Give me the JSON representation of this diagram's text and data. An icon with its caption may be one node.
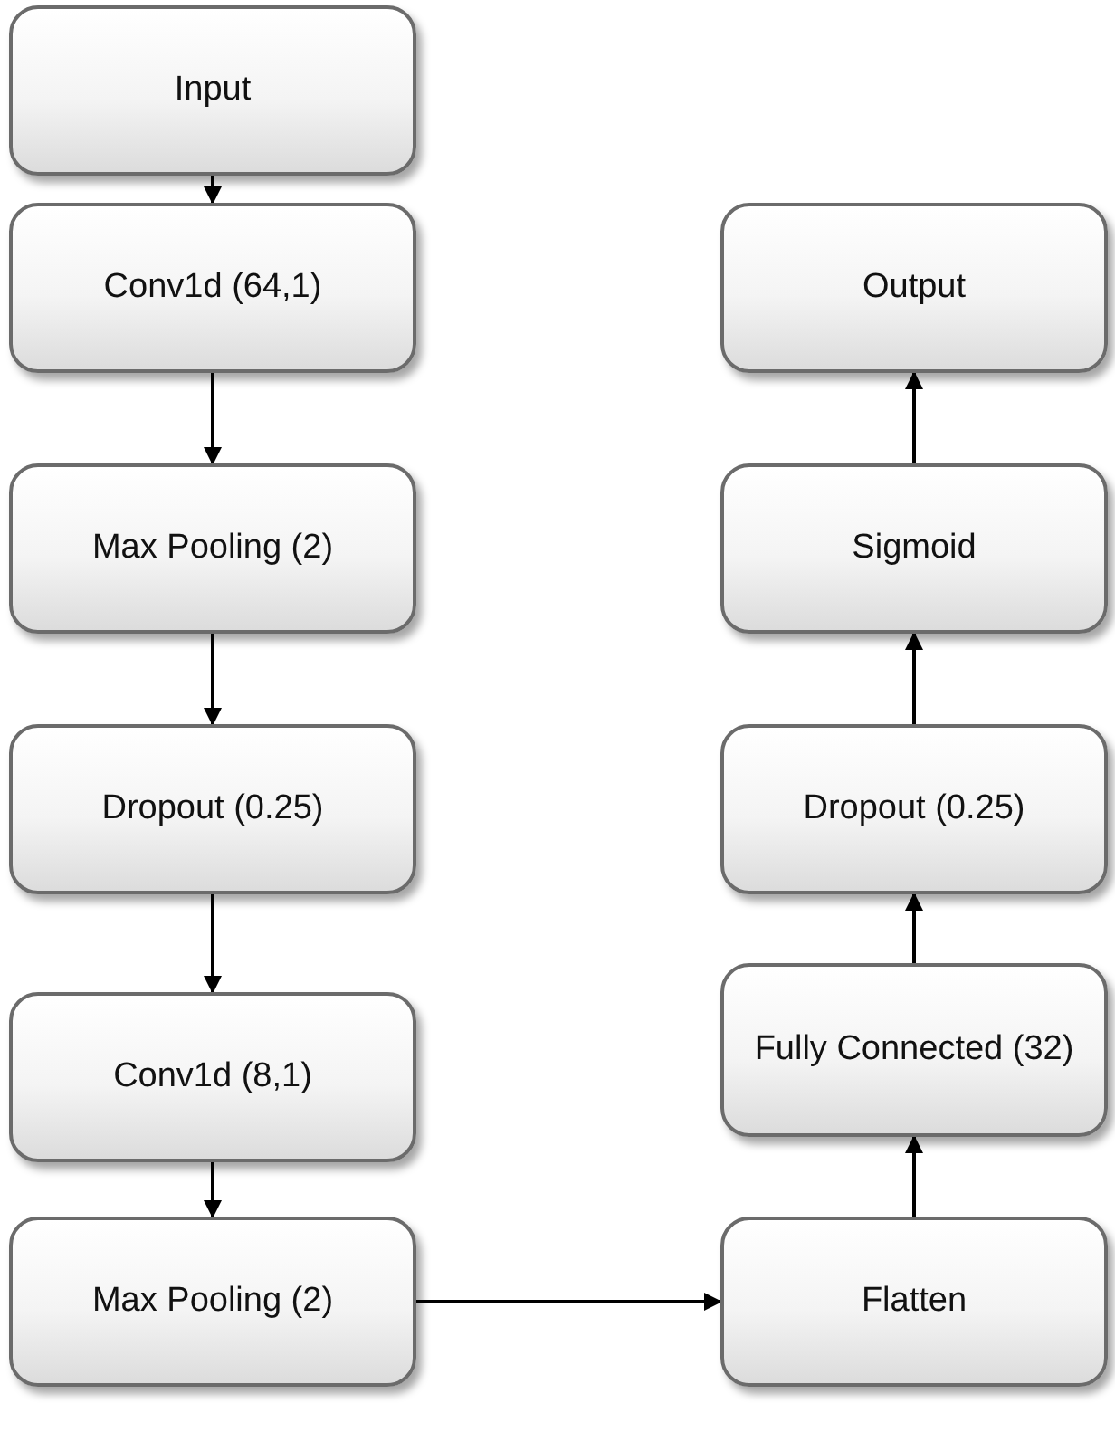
{
  "diagram": {
    "nodes": [
      {
        "text": [
          "Input"
        ]
      },
      {
        "text": [
          "Conv1d (64,1)"
        ]
      },
      {
        "text": [
          "Max Pooling (2)"
        ]
      },
      {
        "text": [
          "Dropout (0.25)"
        ]
      },
      {
        "text": [
          "Conv1d (8,1)"
        ]
      },
      {
        "text": [
          "Max Pooling (2)"
        ]
      },
      {
        "text": [
          "Flatten"
        ]
      },
      {
        "text": [
          "Fully Connected (32)"
        ]
      },
      {
        "text": [
          "Dropout (0.25)"
        ]
      },
      {
        "text": [
          "Sigmoid"
        ]
      },
      {
        "text": [
          "Output"
        ]
      }
    ],
    "edges": [
      {
        "from": 0,
        "to": 1,
        "arrow": "to"
      },
      {
        "from": 1,
        "to": 2,
        "arrow": "to"
      },
      {
        "from": 2,
        "to": 3,
        "arrow": "to"
      },
      {
        "from": 3,
        "to": 4,
        "arrow": "to"
      },
      {
        "from": 4,
        "to": 5,
        "arrow": "to"
      },
      {
        "from": 5,
        "to": 6,
        "arrow": "to"
      },
      {
        "from": 6,
        "to": 7,
        "arrow": "to"
      },
      {
        "from": 7,
        "to": 8,
        "arrow": "to"
      },
      {
        "from": 8,
        "to": 9,
        "arrow": "to"
      },
      {
        "from": 9,
        "to": 10,
        "arrow": "to"
      }
    ]
  }
}
